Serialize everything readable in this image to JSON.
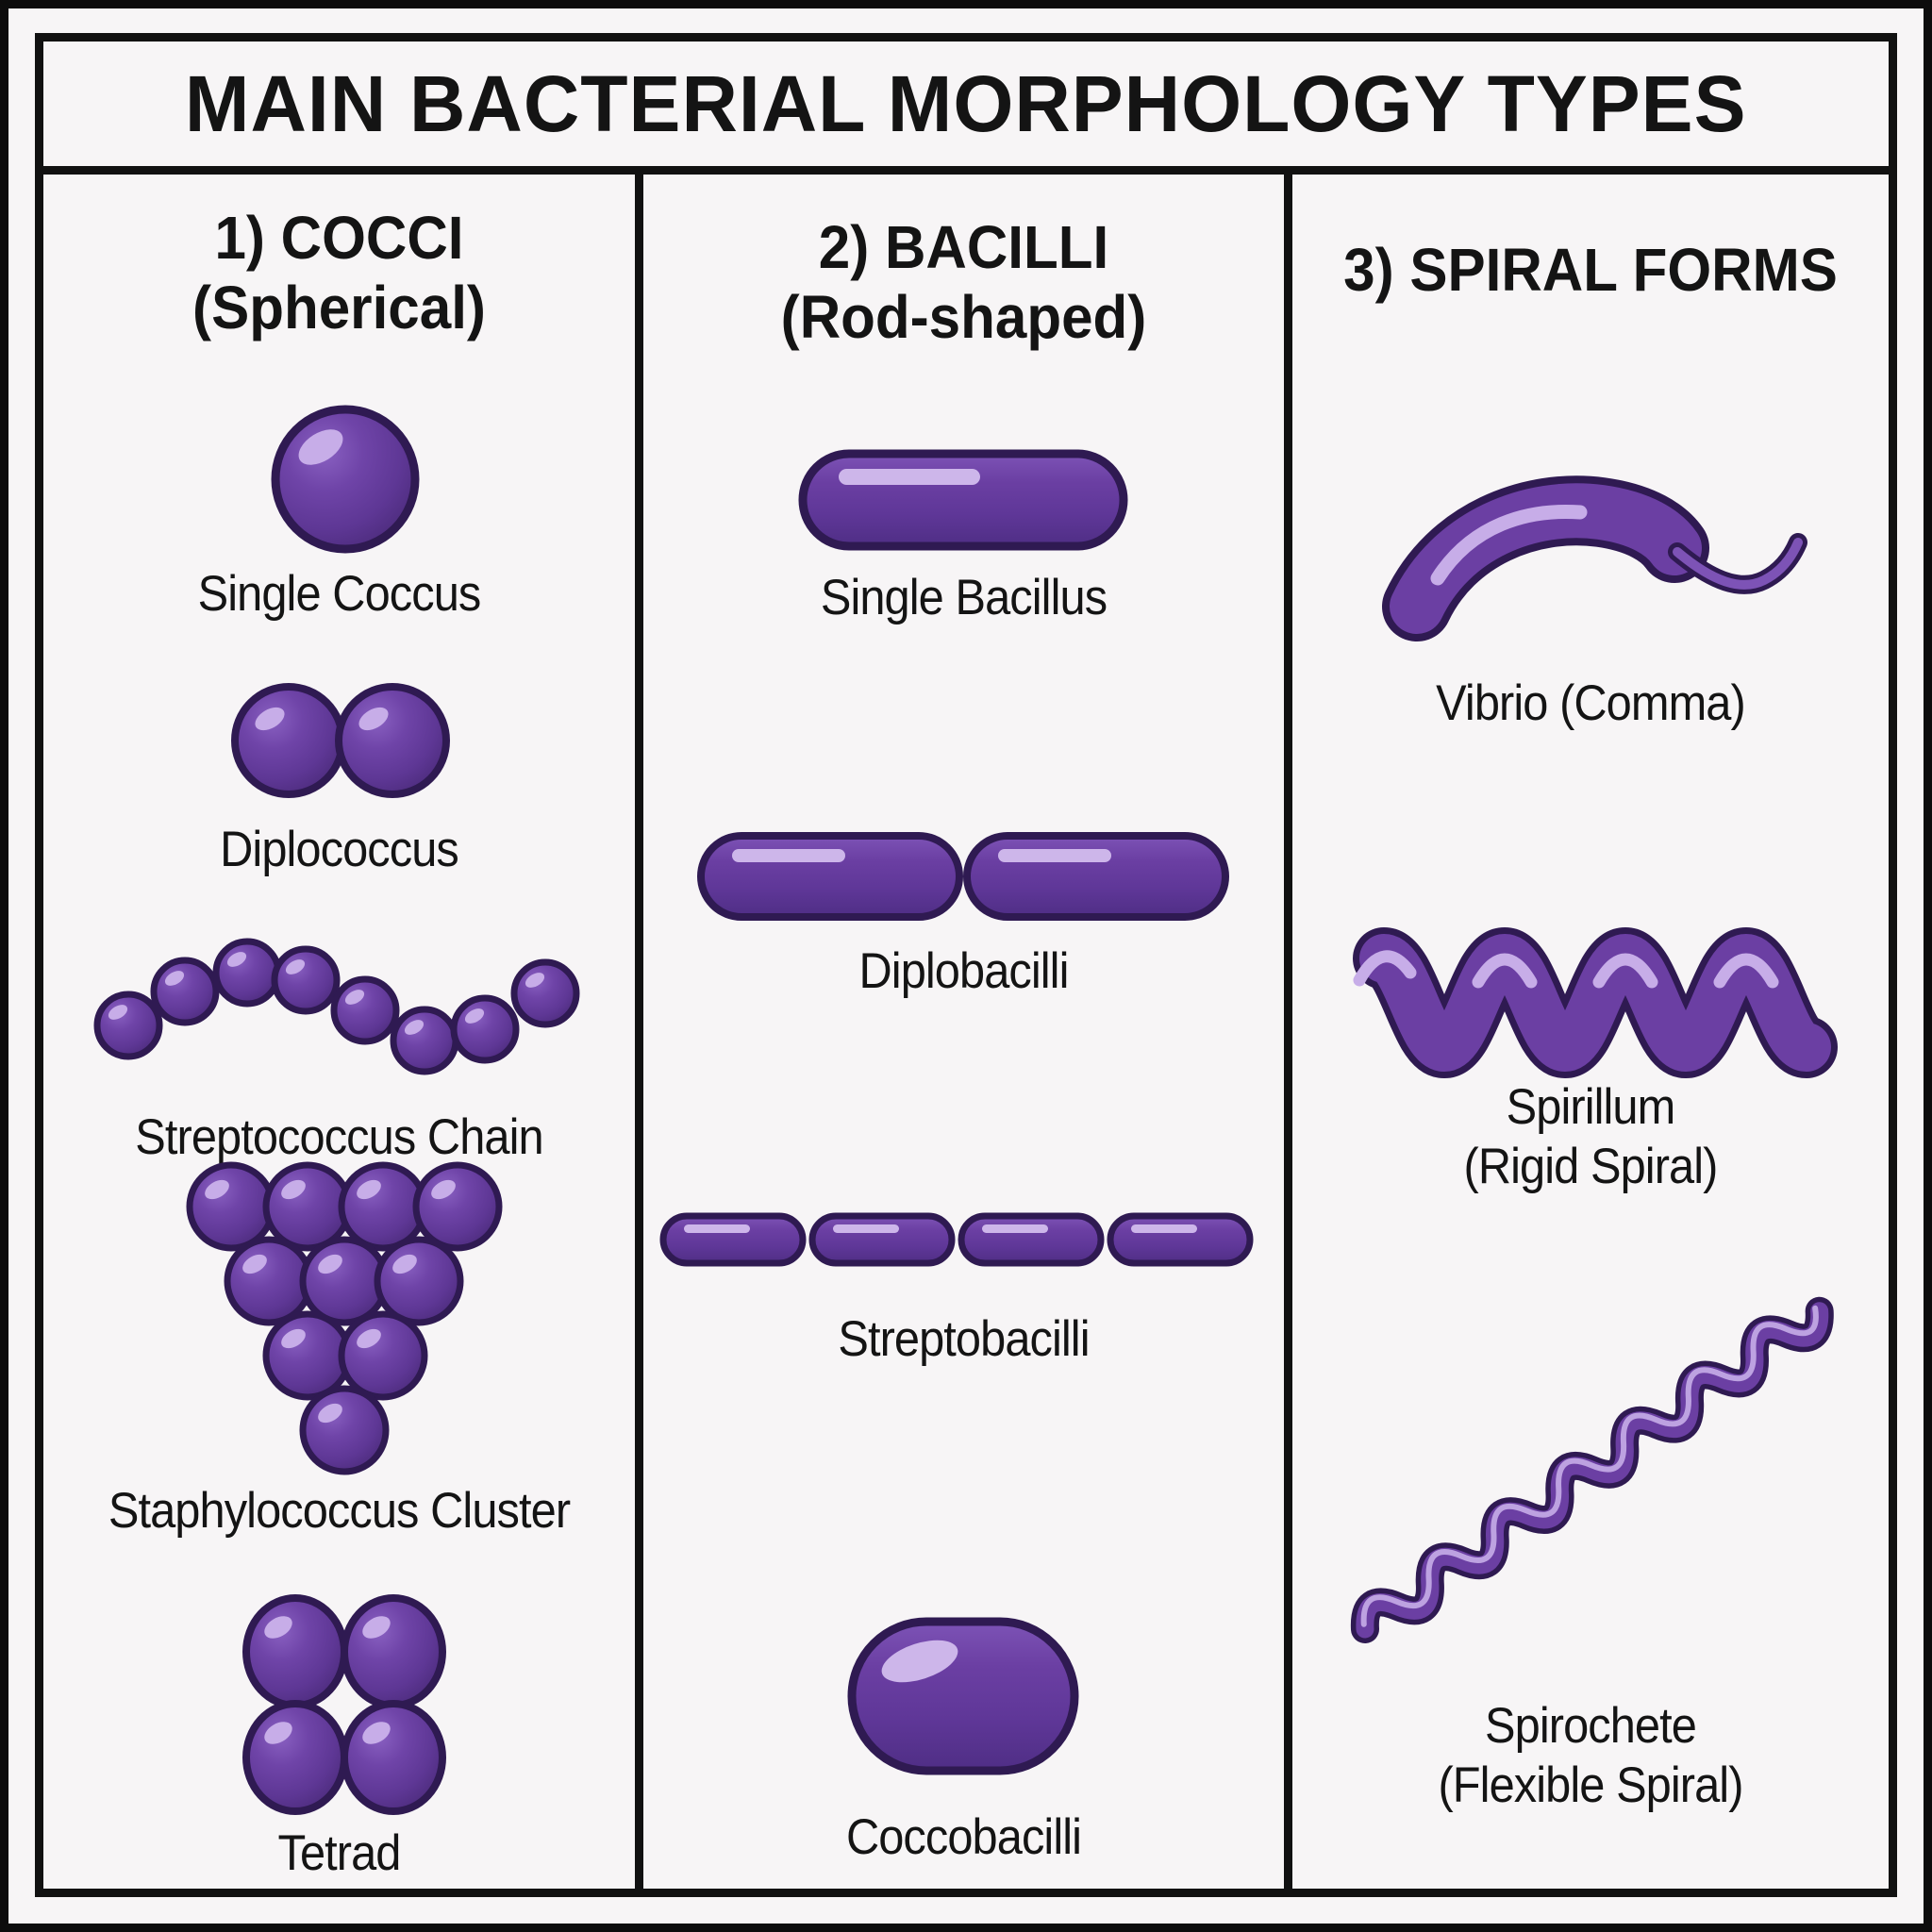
{
  "title": "MAIN BACTERIAL MORPHOLOGY TYPES",
  "colors": {
    "paper": "#f7f5f6",
    "ink": "#141414",
    "bacteria-body": "#6b3fa3",
    "bacteria-light": "#7d53b6",
    "bacteria-shade": "#54308c",
    "bacteria-outline": "#2f1a52",
    "bacteria-highlight": "#c7ade8"
  },
  "columns": [
    {
      "header": "1) COCCI",
      "subheader": "(Spherical)",
      "items": [
        {
          "label": "Single Coccus",
          "figure": "single-coccus"
        },
        {
          "label": "Diplococcus",
          "figure": "diplococcus"
        },
        {
          "label": "Streptococcus Chain",
          "figure": "streptococcus-chain"
        },
        {
          "label": "Staphylococcus Cluster",
          "figure": "staphylococcus-cluster"
        },
        {
          "label": "Tetrad",
          "figure": "tetrad"
        }
      ]
    },
    {
      "header": "2) BACILLI",
      "subheader": "(Rod-shaped)",
      "items": [
        {
          "label": "Single Bacillus",
          "figure": "single-bacillus"
        },
        {
          "label": "Diplobacilli",
          "figure": "diplobacilli"
        },
        {
          "label": "Streptobacilli",
          "figure": "streptobacilli"
        },
        {
          "label": "Coccobacilli",
          "figure": "coccobacilli"
        }
      ]
    },
    {
      "header": "3) SPIRAL FORMS",
      "subheader": "",
      "items": [
        {
          "label": "Vibrio (Comma)",
          "sublabel": "",
          "figure": "vibrio"
        },
        {
          "label": "Spirillum",
          "sublabel": "(Rigid Spiral)",
          "figure": "spirillum"
        },
        {
          "label": "Spirochete",
          "sublabel": "(Flexible Spiral)",
          "figure": "spirochete"
        }
      ]
    }
  ]
}
